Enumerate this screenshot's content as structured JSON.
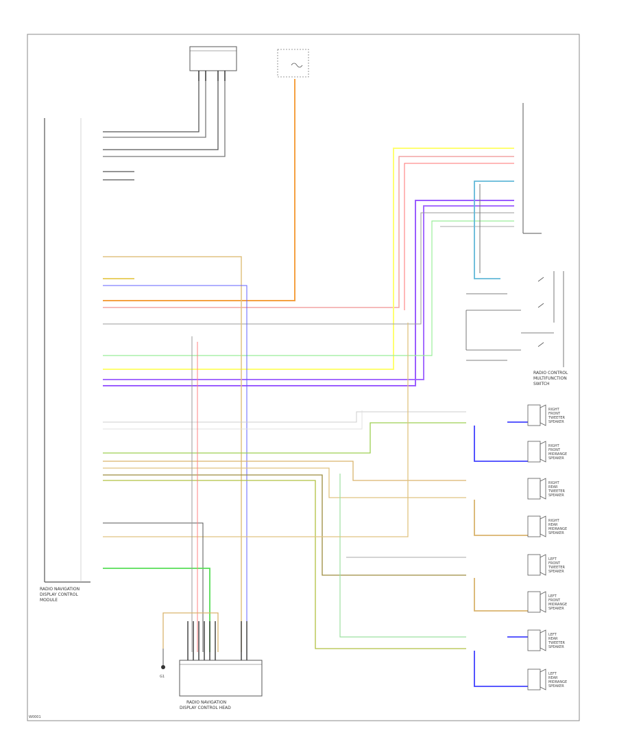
{
  "diagram": {
    "module_label": [
      "RADIO NAVIGATION",
      "DISPLAY CONTROL",
      "MODULE"
    ],
    "bottom_module_label": [
      "RADIO NAVIGATION",
      "DISPLAY CONTROL HEAD"
    ],
    "switch_group_label": [
      "RADIO CONTROL",
      "MULTIFUNCTION",
      "SWITCH"
    ],
    "speakers": [
      {
        "id": "sp1",
        "label": [
          "RIGHT",
          "FRONT",
          "TWEETER",
          "SPEAKER"
        ]
      },
      {
        "id": "sp2",
        "label": [
          "RIGHT",
          "FRONT",
          "MIDRANGE",
          "SPEAKER"
        ]
      },
      {
        "id": "sp3",
        "label": [
          "RIGHT",
          "REAR",
          "TWEETER",
          "SPEAKER"
        ]
      },
      {
        "id": "sp4",
        "label": [
          "RIGHT",
          "REAR",
          "MIDRANGE",
          "SPEAKER"
        ]
      },
      {
        "id": "sp5",
        "label": [
          "LEFT",
          "FRONT",
          "TWEETER",
          "SPEAKER"
        ]
      },
      {
        "id": "sp6",
        "label": [
          "LEFT",
          "FRONT",
          "MIDRANGE",
          "SPEAKER"
        ]
      },
      {
        "id": "sp7",
        "label": [
          "LEFT",
          "REAR",
          "TWEETER",
          "SPEAKER"
        ]
      },
      {
        "id": "sp8",
        "label": [
          "LEFT",
          "REAR",
          "MIDRANGE",
          "SPEAKER"
        ]
      }
    ],
    "ground_label": "G1",
    "footer_code": "W0001"
  },
  "colors": {
    "orange": "#f4a040",
    "yellow": "#ffff80",
    "pink": "#f3a3a3",
    "red": "#ff6060",
    "violet": "#9a5cff",
    "blue": "#5050ff",
    "green": "#55dd55",
    "lightgreen": "#88ee88",
    "tan": "#d9b36c",
    "gray": "#9a9a9a",
    "darkgray": "#555555",
    "teal": "#60b8d8",
    "olive": "#9c8a3c"
  }
}
